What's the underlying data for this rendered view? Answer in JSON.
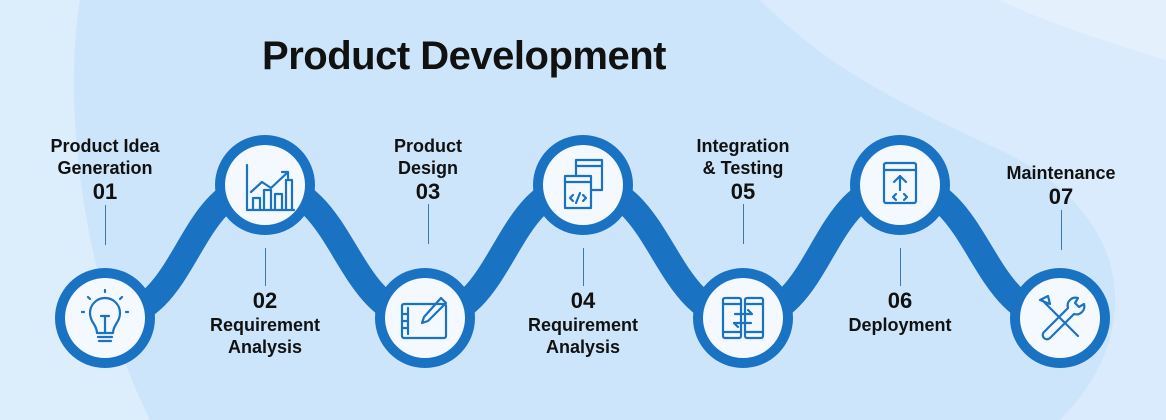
{
  "title": "Product Development",
  "colors": {
    "accent": "#1a72c2",
    "background": "#cde5fb",
    "circle_fill": "#f4f9ff"
  },
  "steps": [
    {
      "number": "01",
      "label_line1": "Product Idea",
      "label_line2": "Generation",
      "icon": "lightbulb-icon"
    },
    {
      "number": "02",
      "label_line1": "Requirement",
      "label_line2": "Analysis",
      "icon": "bar-chart-growth-icon"
    },
    {
      "number": "03",
      "label_line1": "Product",
      "label_line2": "Design",
      "icon": "drawing-tablet-pen-icon"
    },
    {
      "number": "04",
      "label_line1": "Requirement",
      "label_line2": "Analysis",
      "icon": "code-window-icon"
    },
    {
      "number": "05",
      "label_line1": "Integration",
      "label_line2": "& Testing",
      "icon": "devices-sync-icon"
    },
    {
      "number": "06",
      "label_line1": "Deployment",
      "icon": "code-upload-icon"
    },
    {
      "number": "07",
      "label_line1": "Maintenance",
      "icon": "wrench-screwdriver-icon"
    }
  ]
}
